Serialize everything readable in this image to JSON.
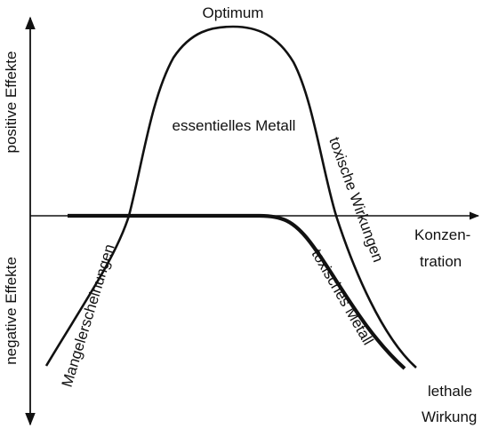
{
  "labels": {
    "optimum": "Optimum",
    "essential_metal": "essentielles Metall",
    "toxic_effects": "toxische Wirkungen",
    "concentration_line1": "Konzen-",
    "concentration_line2": "tration",
    "positive_effects": "positive Effekte",
    "negative_effects": "negative Effekte",
    "deficiency_symptoms": "Mangelerscheinungen",
    "toxic_metal": "toxisches Metall",
    "lethal_line1": "lethale",
    "lethal_line2": "Wirkung"
  },
  "colors": {
    "ink": "#111111",
    "background": "#ffffff"
  }
}
